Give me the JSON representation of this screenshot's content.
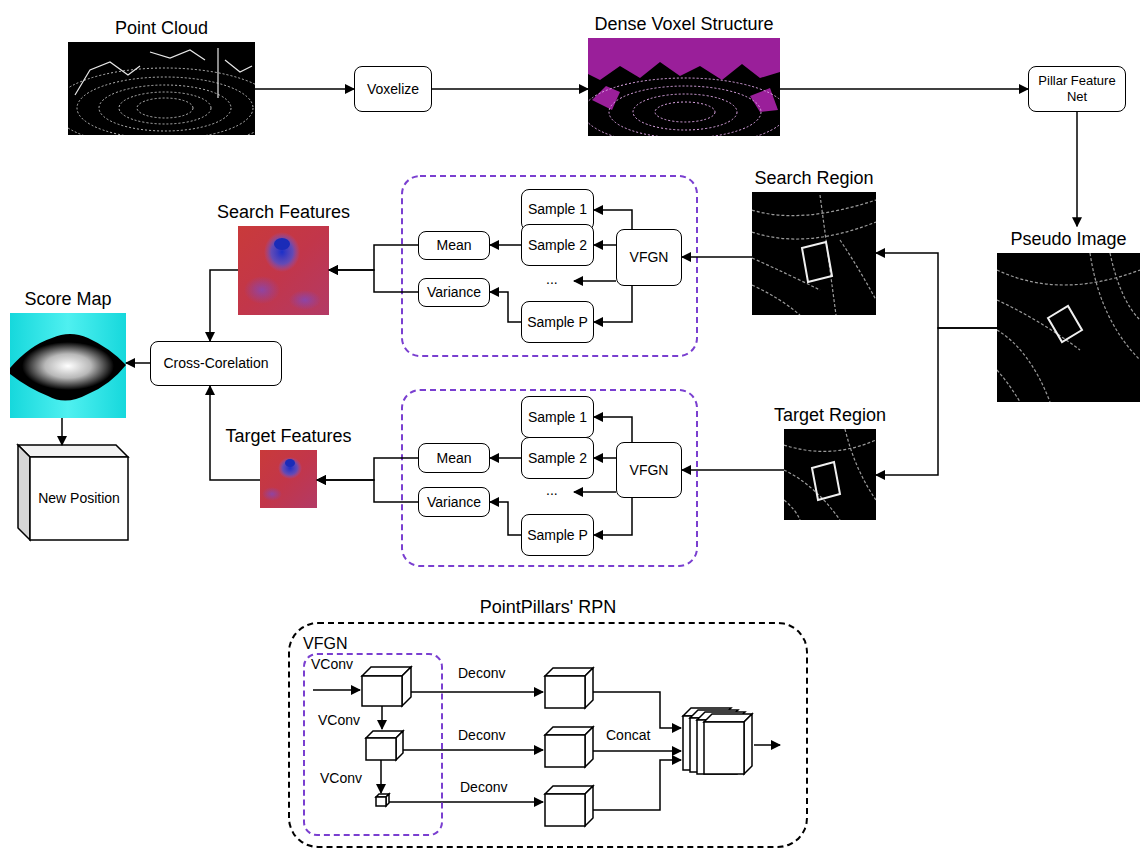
{
  "diagram": {
    "nodes": [
      {
        "text": [
          "Point Cloud"
        ]
      },
      {
        "text": [
          "Voxelize"
        ]
      },
      {
        "text": [
          "Dense Voxel Structure"
        ]
      },
      {
        "text": [
          "Pillar Feature Net"
        ]
      },
      {
        "text": [
          "Search Features"
        ]
      },
      {
        "text": [
          "Search Region"
        ]
      },
      {
        "text": [
          "Pseudo Image"
        ]
      },
      {
        "text": [
          "Sample 1"
        ]
      },
      {
        "text": [
          "Mean"
        ]
      },
      {
        "text": [
          "Sample 2"
        ]
      },
      {
        "text": [
          "VFGN"
        ]
      },
      {
        "text": [
          "Variance"
        ]
      },
      {
        "text": [
          "Sample P"
        ]
      },
      {
        "text": [
          "Score Map"
        ]
      },
      {
        "text": [
          "Cross-Corelation"
        ]
      },
      {
        "text": [
          "Target Features"
        ]
      },
      {
        "text": [
          "Target Region"
        ]
      },
      {
        "text": [
          "Sample 1"
        ]
      },
      {
        "text": [
          "Mean"
        ]
      },
      {
        "text": [
          "Sample 2"
        ]
      },
      {
        "text": [
          "VFGN"
        ]
      },
      {
        "text": [
          "Variance"
        ]
      },
      {
        "text": [
          "Sample P"
        ]
      },
      {
        "text": [
          "New Position"
        ]
      },
      {
        "text": [
          "PointPillars' RPN"
        ]
      },
      {
        "text": [
          "VFGN"
        ],
        "in": 24
      }
    ],
    "edges": [
      {
        "from": 0,
        "to": 1,
        "arrow": "to"
      },
      {
        "from": 1,
        "to": 2,
        "arrow": "to"
      },
      {
        "from": 2,
        "to": 3,
        "arrow": "to"
      },
      {
        "from": 3,
        "to": 6,
        "arrow": "to"
      },
      {
        "from": 6,
        "to": 5,
        "arrow": "to"
      },
      {
        "from": 6,
        "to": 16,
        "arrow": "to"
      },
      {
        "from": 5,
        "to": 10,
        "arrow": "to"
      },
      {
        "from": 10,
        "to": 7,
        "arrow": "to"
      },
      {
        "from": 10,
        "to": 9,
        "arrow": "to"
      },
      {
        "from": 10,
        "to": 12,
        "arrow": "to"
      },
      {
        "from": 9,
        "to": 8,
        "arrow": "to"
      },
      {
        "from": 12,
        "to": 11,
        "arrow": "to"
      },
      {
        "from": 8,
        "to": 4,
        "arrow": "to"
      },
      {
        "from": 11,
        "to": 4,
        "arrow": "to"
      },
      {
        "from": 4,
        "to": 14,
        "arrow": "to"
      },
      {
        "from": 15,
        "to": 14,
        "arrow": "to"
      },
      {
        "from": 14,
        "to": 13,
        "arrow": "to"
      },
      {
        "from": 13,
        "to": 23,
        "arrow": "to"
      },
      {
        "from": 16,
        "to": 20,
        "arrow": "to"
      },
      {
        "from": 20,
        "to": 17,
        "arrow": "to"
      },
      {
        "from": 20,
        "to": 19,
        "arrow": "to"
      },
      {
        "from": 20,
        "to": 22,
        "arrow": "to"
      },
      {
        "from": 19,
        "to": 18,
        "arrow": "to"
      },
      {
        "from": 22,
        "to": 21,
        "arrow": "to"
      },
      {
        "from": 18,
        "to": 15,
        "arrow": "to"
      },
      {
        "from": 21,
        "to": 15,
        "arrow": "to"
      }
    ],
    "labels": [
      "...",
      "...",
      "VConv",
      "VConv",
      "VConv",
      "Deconv",
      "Deconv",
      "Deconv",
      "Concat"
    ]
  }
}
